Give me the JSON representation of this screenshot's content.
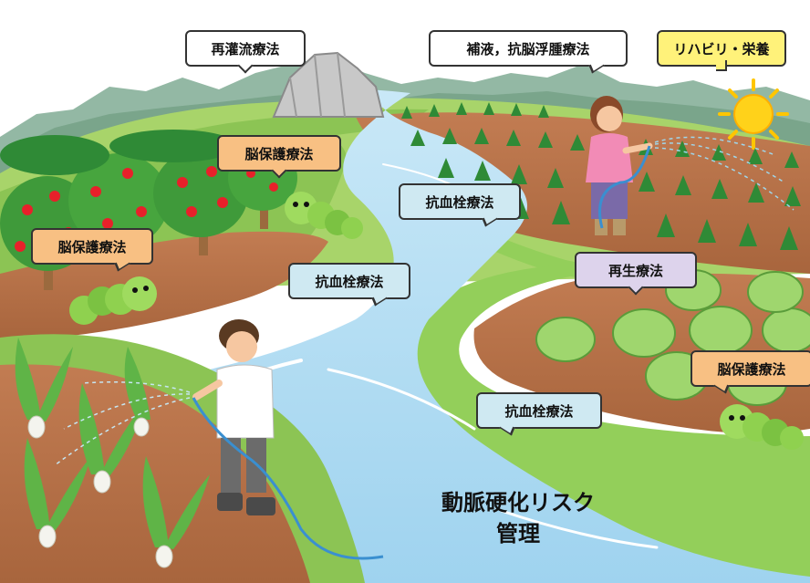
{
  "title": {
    "line1": "動脈硬化リスク",
    "line2": "管理"
  },
  "callouts": {
    "reperfusion": "再灌流療法",
    "fluid_antiedema": "補液，抗脳浮腫療法",
    "rehab_nutrition": "リハビリ・栄養",
    "neuroprotect_1": "脳保護療法",
    "neuroprotect_2": "脳保護療法",
    "neuroprotect_3": "脳保護療法",
    "antithrombotic_1": "抗血栓療法",
    "antithrombotic_2": "抗血栓療法",
    "antithrombotic_3": "抗血栓療法",
    "regenerative": "再生療法"
  },
  "colors": {
    "sky": "#ffffff",
    "river": "#a9d8f0",
    "soil": "#b8734a",
    "grass": "#7cc04b",
    "apple": "#e8202a",
    "sun": "#ffd21a",
    "callout_orange": "#f8c083",
    "callout_blue": "#cfe9f2",
    "callout_purple": "#ddd3ec",
    "callout_yellow": "#fff27a",
    "caterpillar": "#8fd14f"
  },
  "icons": [
    "sun-icon",
    "rock-icon",
    "caterpillar-icon",
    "apple-tree-icon",
    "cabbage-icon",
    "daikon-icon",
    "hose-icon",
    "farmer-icon"
  ]
}
